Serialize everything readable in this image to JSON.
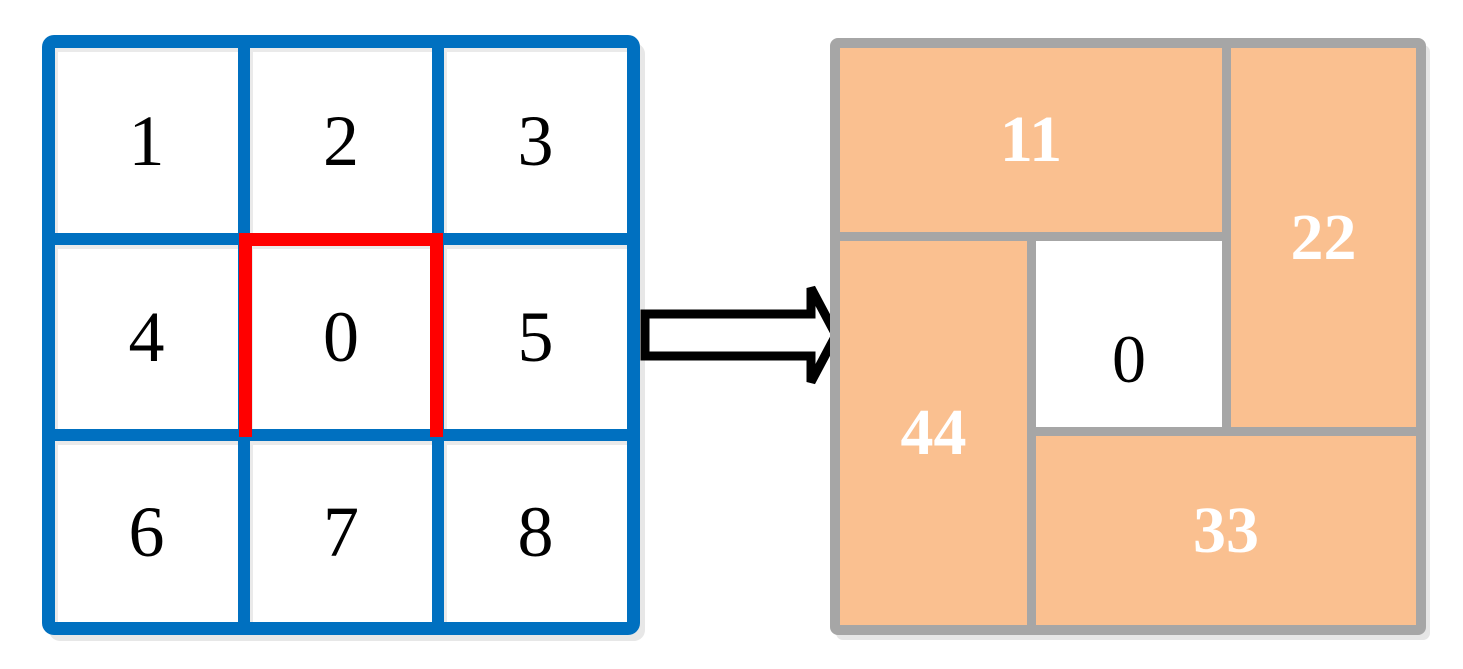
{
  "figure": {
    "left_grid": {
      "description": "3x3 neighborhood grid",
      "border_color": "#0070C0",
      "highlight_color": "#FF0000",
      "cell_background": "#FFFFFF",
      "cells": [
        {
          "label": "1",
          "highlighted": false
        },
        {
          "label": "2",
          "highlighted": false
        },
        {
          "label": "3",
          "highlighted": false
        },
        {
          "label": "4",
          "highlighted": false
        },
        {
          "label": "0",
          "highlighted": true
        },
        {
          "label": "5",
          "highlighted": false
        },
        {
          "label": "6",
          "highlighted": false
        },
        {
          "label": "7",
          "highlighted": false
        },
        {
          "label": "8",
          "highlighted": false
        }
      ]
    },
    "arrow": {
      "icon": "block-arrow-right-icon",
      "fill": "#FFFFFF",
      "outline": "#000000"
    },
    "right_grid": {
      "description": "pinwheel block partition around center cell",
      "border_color": "#A6A6A6",
      "block_fill": "#FAC090",
      "block_label_color": "#FFFFFF",
      "blocks": [
        {
          "label": "11",
          "position": "top"
        },
        {
          "label": "22",
          "position": "right"
        },
        {
          "label": "33",
          "position": "bottom"
        },
        {
          "label": "44",
          "position": "left"
        }
      ],
      "center_cell": {
        "label": "0",
        "background": "#FFFFFF"
      }
    }
  }
}
